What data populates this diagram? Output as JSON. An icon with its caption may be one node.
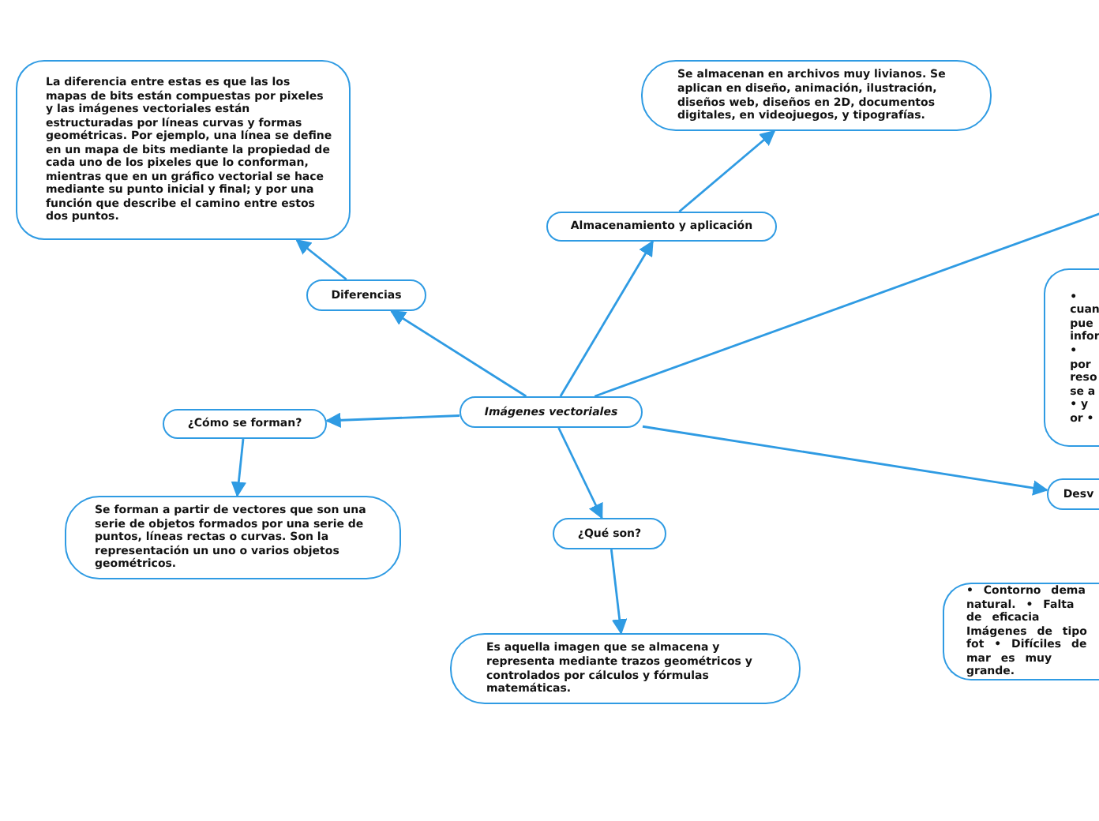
{
  "diagram": {
    "nodes": [
      {
        "text": [
          "Imágenes vectoriales"
        ]
      },
      {
        "text": [
          "Diferencias"
        ]
      },
      {
        "text": [
          "La diferencia entre estas es que las los mapas de bits están compuestas por pixeles y las imágenes vectoriales están estructuradas por líneas curvas y formas geométricas. Por ejemplo, una línea se define en un mapa de bits mediante la propiedad de cada uno de los pixeles que lo conforman, mientras que en un gráfico vectorial se hace mediante su punto inicial y final; y por una función que describe el camino entre estos dos puntos."
        ]
      },
      {
        "text": [
          "Almacenamiento y aplicación"
        ]
      },
      {
        "text": [
          "Se almacenan en archivos muy livianos. Se aplican en diseño, animación, ilustración, diseños web, diseños en 2D, documentos digitales, en videojuegos, y tipografías."
        ]
      },
      {
        "text": [
          "¿Cómo se forman?"
        ]
      },
      {
        "text": [
          "Se forman a partir de vectores que son una serie de objetos formados por una serie de puntos, líneas rectas o curvas. Son la representación un uno o varios objetos geométricos."
        ]
      },
      {
        "text": [
          "¿Qué son?"
        ]
      },
      {
        "text": [
          "Es aquella imagen que se almacena y representa mediante trazos geométricos y controlados por cálculos y fórmulas matemáticas."
        ]
      },
      {
        "text": [
          "• cuan pue infor • por reso se a • y or •"
        ]
      },
      {
        "text": [
          "Desv"
        ]
      },
      {
        "text": [
          "• Contorno dema natural. • Falta de eficacia Imágenes de tipo fot • Difíciles de mar es muy grande."
        ]
      }
    ],
    "edges": [
      {
        "from": 0,
        "to": 1,
        "arrow": "to"
      },
      {
        "from": 1,
        "to": 2,
        "arrow": "to"
      },
      {
        "from": 0,
        "to": 3,
        "arrow": "to"
      },
      {
        "from": 3,
        "to": 4,
        "arrow": "to"
      },
      {
        "from": 0,
        "to": 5,
        "arrow": "to"
      },
      {
        "from": 5,
        "to": 6,
        "arrow": "to"
      },
      {
        "from": 0,
        "to": 7,
        "arrow": "to"
      },
      {
        "from": 7,
        "to": 8,
        "arrow": "to"
      },
      {
        "from": 0,
        "to": 10,
        "arrow": "to"
      },
      {
        "from": 0,
        "to": null,
        "arrow": "none"
      }
    ]
  }
}
